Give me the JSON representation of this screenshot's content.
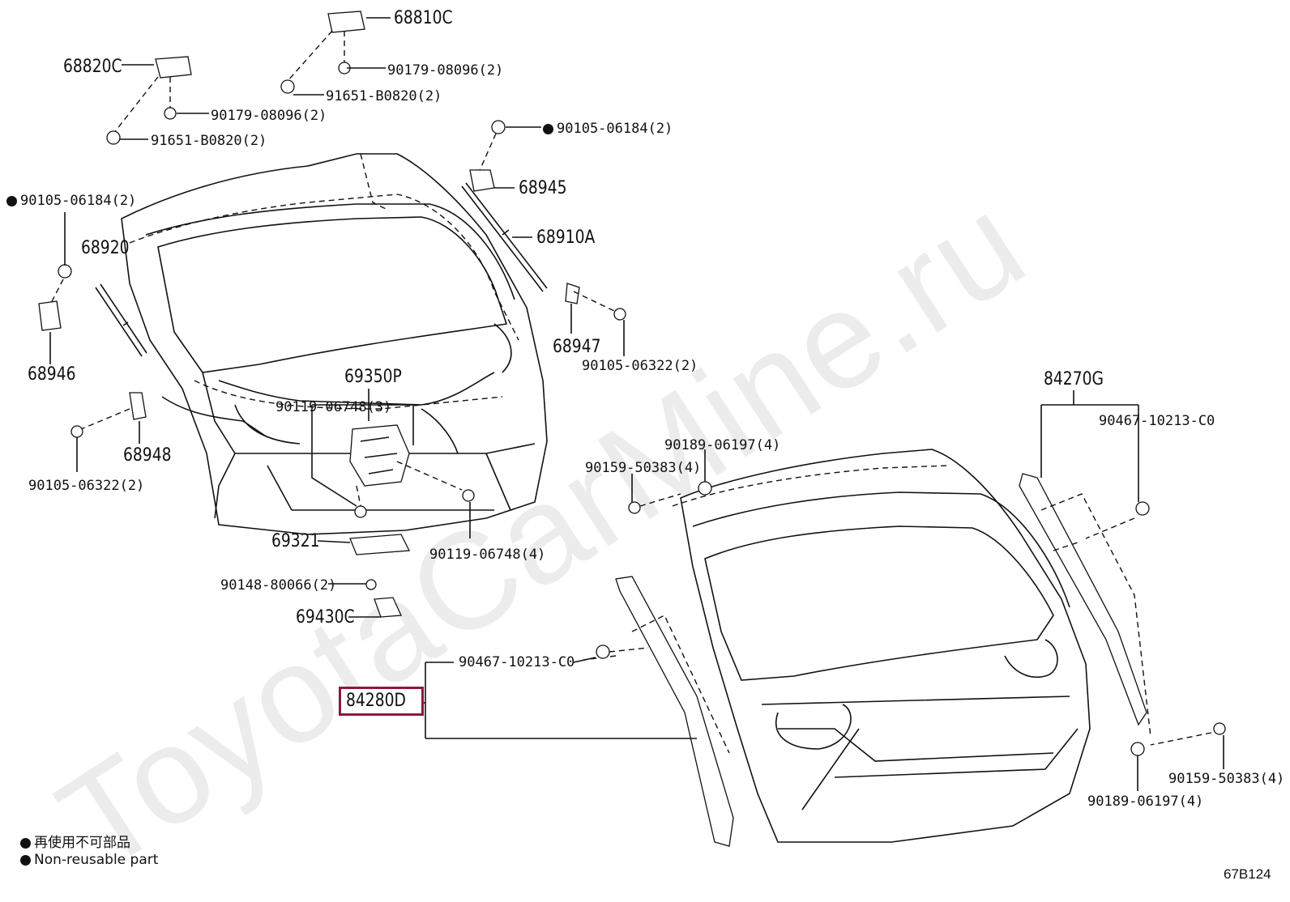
{
  "watermark": "ToyotaCarMine.ru",
  "labels": {
    "p68810C": "68810C",
    "p90179a": "90179-08096(2)",
    "p91651a": "91651-B0820(2)",
    "p68820C": "68820C",
    "p90179b": "90179-08096(2)",
    "p91651b": "91651-B0820(2)",
    "p90105_top": "90105-06184(2)",
    "p68945": "68945",
    "p68910A": "68910A",
    "p90105_left": "90105-06184(2)",
    "p68920": "68920",
    "p68946": "68946",
    "p68947": "68947",
    "p90105_06322a": "90105-06322(2)",
    "p69350P": "69350P",
    "p90119_3": "90119-06748(3)",
    "p68948": "68948",
    "p90105_06322b": "90105-06322(2)",
    "p84270G": "84270G",
    "p90467a": "90467-10213-C0",
    "p90189a": "90189-06197(4)",
    "p90159a": "90159-50383(4)",
    "p69321": "69321",
    "p90119_4": "90119-06748(4)",
    "p90148": "90148-80066(2)",
    "p69430C": "69430C",
    "p90467b": "90467-10213-C0",
    "p84280D": "84280D",
    "p90159b": "90159-50383(4)",
    "p90189b": "90189-06197(4)"
  },
  "legend": {
    "jp": "再使用不可部品",
    "en": "Non-reusable part"
  },
  "diagram_code": "67B124",
  "colors": {
    "highlight": "#8b1a3a",
    "ink": "#111111",
    "watermark": "#ececec"
  }
}
